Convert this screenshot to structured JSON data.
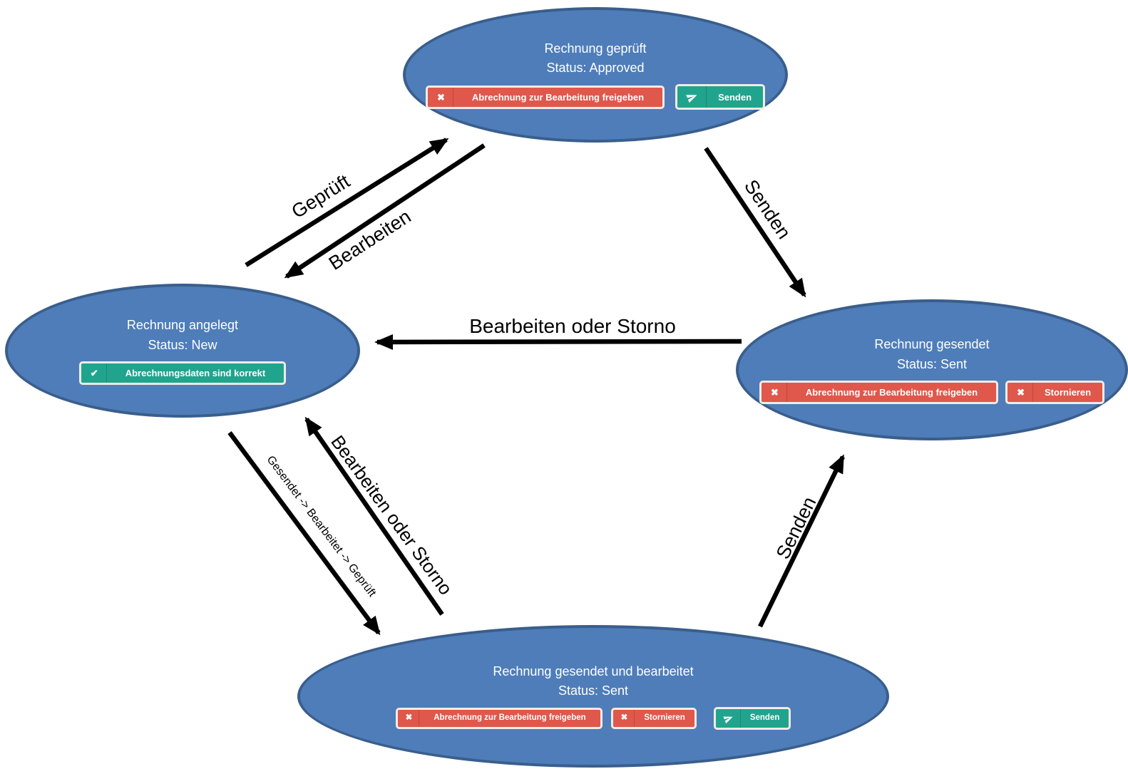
{
  "diagram": {
    "kind": "state-machine",
    "language": "de",
    "colors": {
      "node_fill": "#4E7DB9",
      "node_border": "#3A5E8C",
      "danger_button": "#E0574C",
      "success_button": "#21A48D",
      "button_border": "#F0ECE5",
      "arrow": "#000000",
      "node_text": "#FFFFFF",
      "label_text": "#000000"
    },
    "icons": {
      "x": "✖",
      "check": "✔",
      "send": "paper-plane"
    },
    "nodes": [
      {
        "id": "approved",
        "title": "Rechnung geprüft",
        "status": "Status: Approved",
        "buttons": [
          {
            "icon": "x-icon",
            "label": "Abrechnung zur Bearbeitung freigeben",
            "variant": "danger"
          },
          {
            "icon": "send-icon",
            "label": "Senden",
            "variant": "success"
          }
        ]
      },
      {
        "id": "new",
        "title": "Rechnung angelegt",
        "status": "Status: New",
        "buttons": [
          {
            "icon": "check-icon",
            "label": "Abrechnungsdaten sind korrekt",
            "variant": "success"
          }
        ]
      },
      {
        "id": "sent",
        "title": "Rechnung gesendet",
        "status": "Status: Sent",
        "buttons": [
          {
            "icon": "x-icon",
            "label": "Abrechnung zur Bearbeitung freigeben",
            "variant": "danger"
          },
          {
            "icon": "x-icon",
            "label": "Stornieren",
            "variant": "danger"
          }
        ]
      },
      {
        "id": "sent-edited",
        "title": "Rechnung gesendet und bearbeitet",
        "status": "Status: Sent",
        "buttons": [
          {
            "icon": "x-icon",
            "label": "Abrechnung zur Bearbeitung freigeben",
            "variant": "danger"
          },
          {
            "icon": "x-icon",
            "label": "Stornieren",
            "variant": "danger"
          },
          {
            "icon": "send-icon",
            "label": "Senden",
            "variant": "success"
          }
        ]
      }
    ],
    "edges": [
      {
        "from": "new",
        "to": "approved",
        "label": "Geprüft"
      },
      {
        "from": "approved",
        "to": "new",
        "label": "Bearbeiten"
      },
      {
        "from": "approved",
        "to": "sent",
        "label": "Senden"
      },
      {
        "from": "sent",
        "to": "new",
        "label": "Bearbeiten oder Storno"
      },
      {
        "from": "new",
        "to": "sent-edited",
        "label": "Gesendet -> Bearbeitet -> Geprüft"
      },
      {
        "from": "sent-edited",
        "to": "new",
        "label": "Bearbeiten oder Storno"
      },
      {
        "from": "sent-edited",
        "to": "sent",
        "label": "Senden"
      }
    ]
  }
}
